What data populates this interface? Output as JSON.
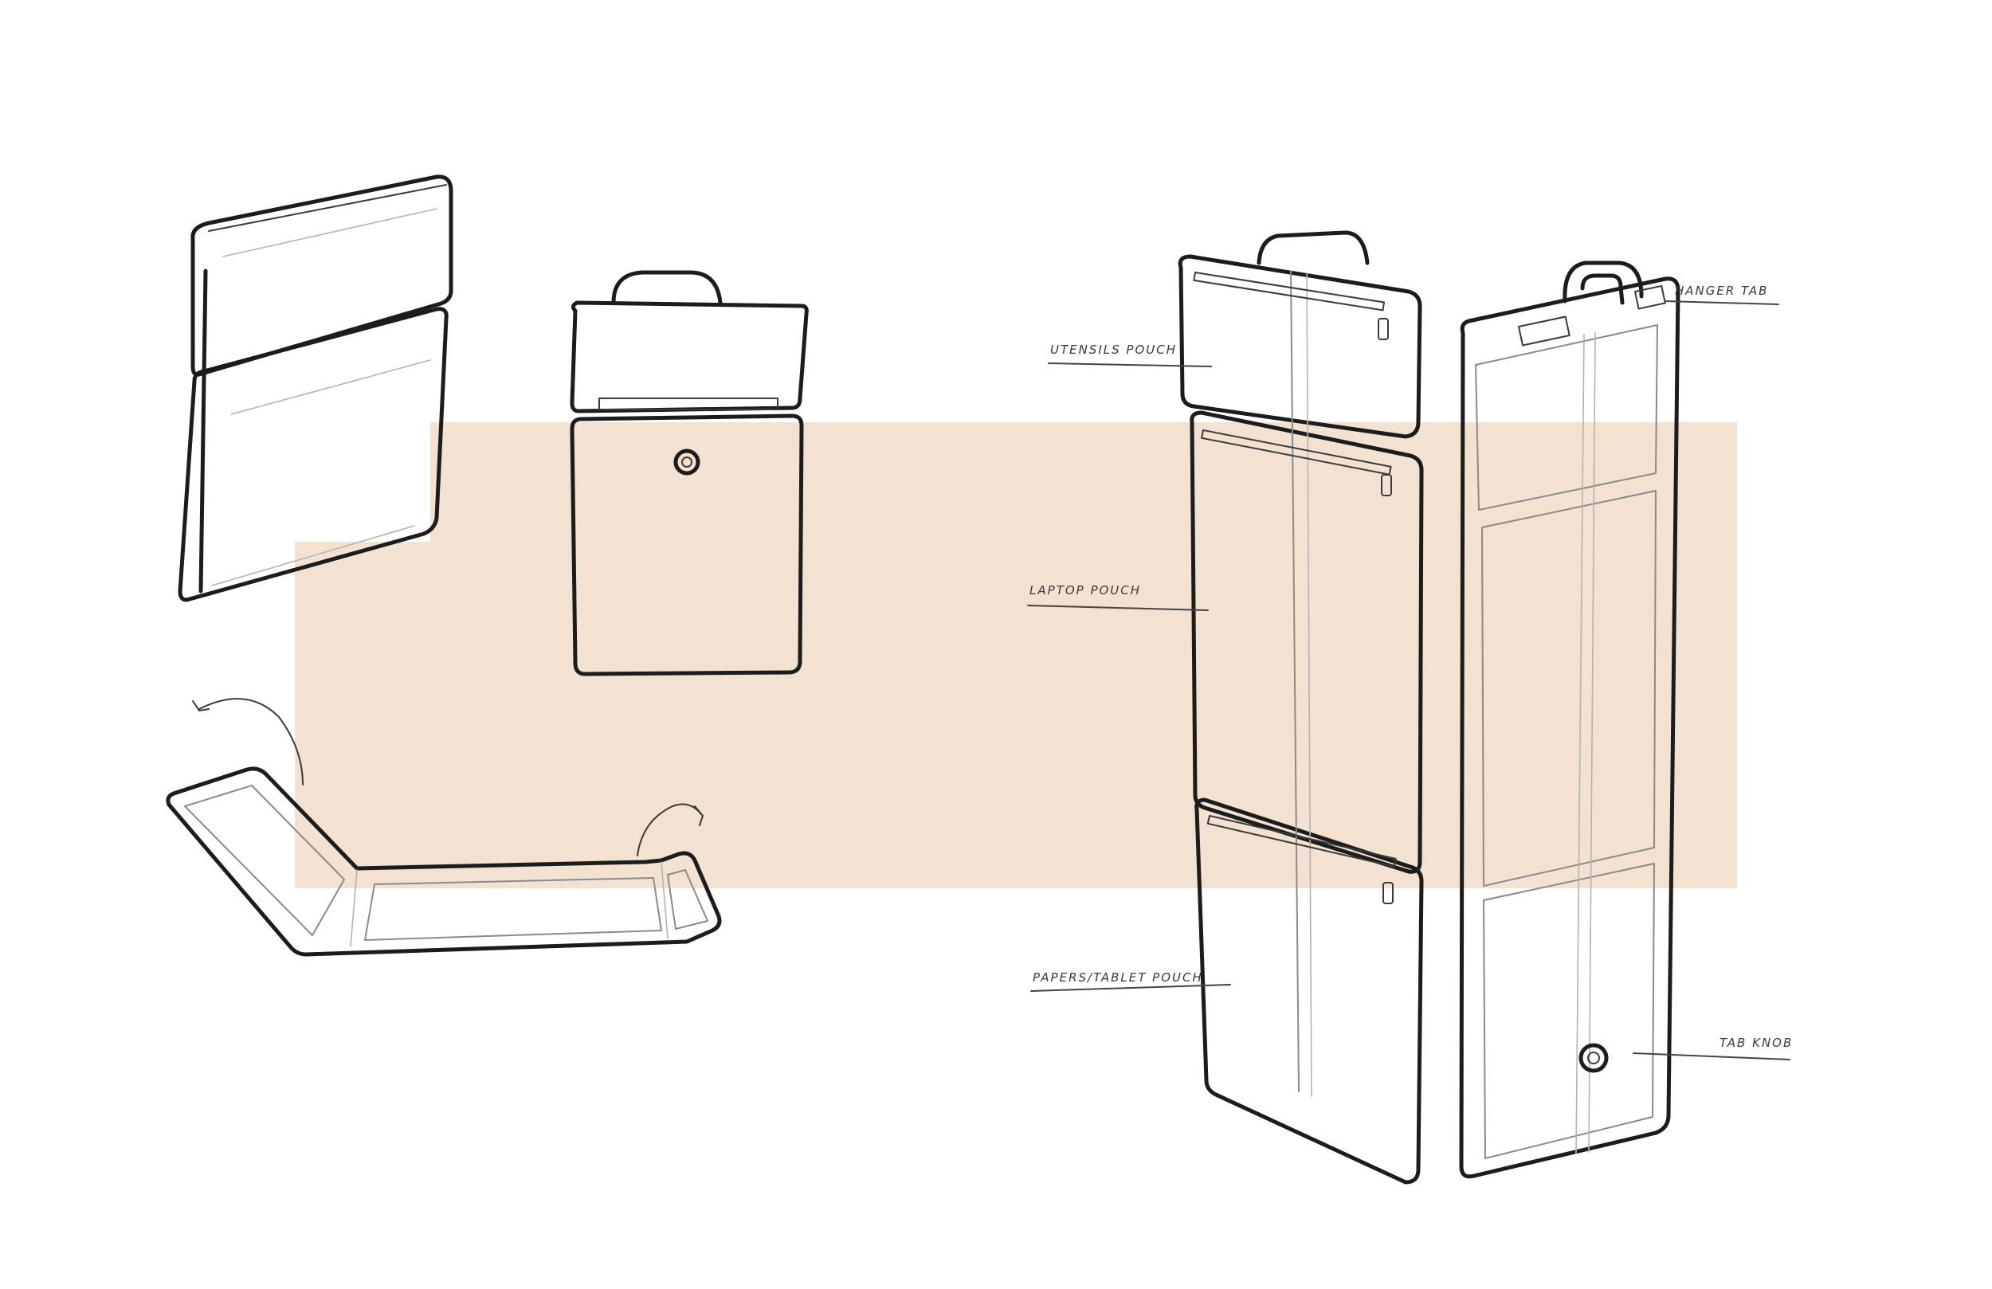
{
  "colors": {
    "background": "#ffffff",
    "accent_band": "#f3e2d1",
    "ink": "#1c1c1c",
    "pencil": "#8a8a8a"
  },
  "labels": {
    "utensils_pouch": "UTENSILS POUCH",
    "laptop_pouch": "LAPTOP POUCH",
    "papers_tablet_pouch": "PAPERS/TABLET POUCH",
    "hanger_tab": "HANGER TAB",
    "tab_knob": "TAB KNOB"
  },
  "icons": {
    "fold_arrow_left": "curved-arrow-icon",
    "fold_arrow_right": "curved-arrow-icon"
  }
}
